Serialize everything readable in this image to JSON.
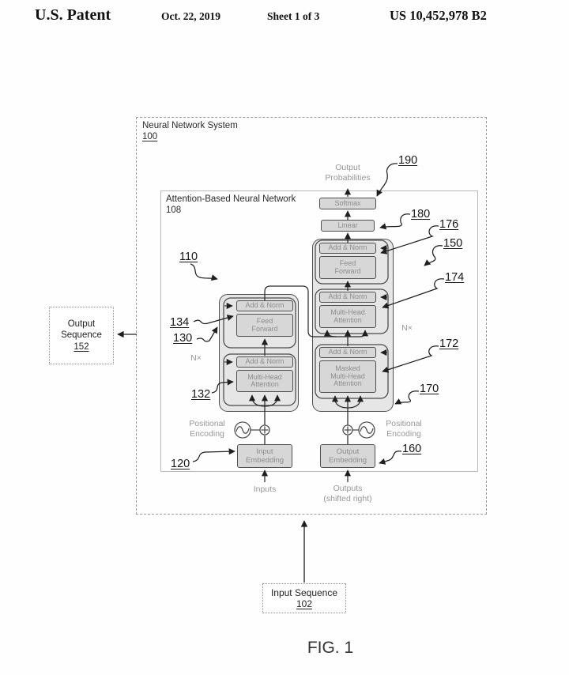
{
  "header": {
    "title": "U.S. Patent",
    "date": "Oct. 22, 2019",
    "sheet": "Sheet 1 of 3",
    "patent_number": "US 10,452,978 B2"
  },
  "system_box": {
    "title": "Neural Network System",
    "ref": "100"
  },
  "network_box": {
    "title": "Attention-Based Neural Network",
    "ref": "108"
  },
  "blocks": {
    "softmax": "Softmax",
    "linear": "Linear",
    "add_norm": "Add & Norm",
    "feed_forward": [
      "Feed",
      "Forward"
    ],
    "multi_head_attention": [
      "Multi-Head",
      "Attention"
    ],
    "masked_multi_head_attention": [
      "Masked",
      "Multi-Head",
      "Attention"
    ],
    "input_embedding": [
      "Input",
      "Embedding"
    ],
    "output_embedding": [
      "Output",
      "Embedding"
    ]
  },
  "annotations": {
    "output_probabilities": [
      "Output",
      "Probabilities"
    ],
    "positional_encoding": [
      "Positional",
      "Encoding"
    ],
    "inputs": "Inputs",
    "outputs": [
      "Outputs",
      "(shifted right)"
    ],
    "n_x": "N×"
  },
  "references": {
    "r110": "110",
    "r120": "120",
    "r130": "130",
    "r132": "132",
    "r134": "134",
    "r150": "150",
    "r160": "160",
    "r170": "170",
    "r172": "172",
    "r174": "174",
    "r176": "176",
    "r180": "180",
    "r190": "190"
  },
  "output_sequence_box": {
    "lines": [
      "Output",
      "Sequence"
    ],
    "ref": "152"
  },
  "input_sequence_box": {
    "label": "Input Sequence",
    "ref": "102"
  },
  "figure_caption": "FIG. 1",
  "colors": {
    "block_fill": "#d7d7d7",
    "container_fill": "#e6e6e6",
    "block_border": "#4f4f4f",
    "gray_text": "#8d8d8d",
    "line": "#2b2b2b"
  }
}
